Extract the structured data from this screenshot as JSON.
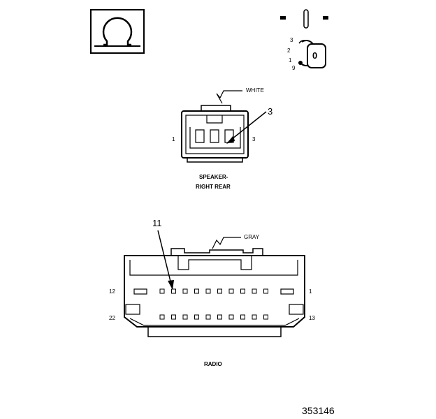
{
  "ohm_symbol": {
    "glyph": "Ω",
    "meaning": "resistance-test-icon"
  },
  "ignition_switch": {
    "off_label": "0",
    "positions": [
      "3",
      "2",
      "1",
      "9"
    ]
  },
  "speaker_connector": {
    "color_label": "WHITE",
    "callout": "3",
    "left_pin": "1",
    "right_pin": "3",
    "caption_line1": "SPEAKER-",
    "caption_line2": "RIGHT REAR"
  },
  "radio_connector": {
    "color_label": "GRAY",
    "callout": "11",
    "pin_top_left": "12",
    "pin_top_right": "1",
    "pin_bottom_left": "22",
    "pin_bottom_right": "13",
    "caption": "RADIO"
  },
  "figure_number": "353146"
}
